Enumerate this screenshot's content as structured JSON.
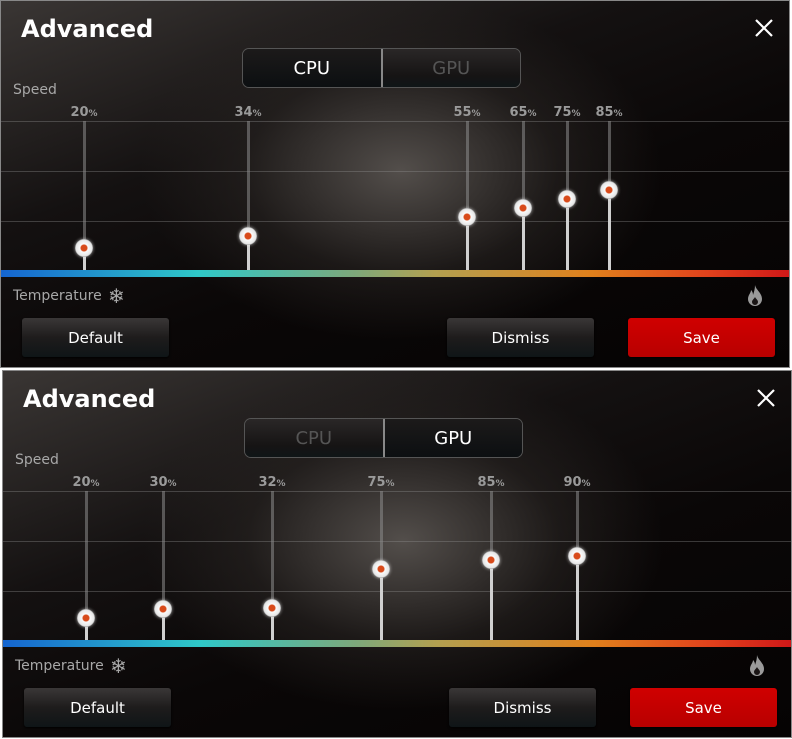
{
  "panels": [
    {
      "title": "Advanced",
      "tabs": [
        {
          "label": "CPU",
          "active": true
        },
        {
          "label": "GPU",
          "active": false
        }
      ],
      "speed_label": "Speed",
      "temperature_label": "Temperature",
      "points": [
        {
          "speed": "20",
          "unit": "%",
          "temp_fraction": 0.105
        },
        {
          "speed": "34",
          "unit": "%",
          "temp_fraction": 0.314
        },
        {
          "speed": "55",
          "unit": "%",
          "temp_fraction": 0.592
        },
        {
          "speed": "65",
          "unit": "%",
          "temp_fraction": 0.662
        },
        {
          "speed": "75",
          "unit": "%",
          "temp_fraction": 0.718
        },
        {
          "speed": "85",
          "unit": "%",
          "temp_fraction": 0.772
        }
      ],
      "buttons": {
        "default": "Default",
        "dismiss": "Dismiss",
        "save": "Save"
      }
    },
    {
      "title": "Advanced",
      "tabs": [
        {
          "label": "CPU",
          "active": false
        },
        {
          "label": "GPU",
          "active": true
        }
      ],
      "speed_label": "Speed",
      "temperature_label": "Temperature",
      "points": [
        {
          "speed": "20",
          "unit": "%",
          "temp_fraction": 0.105
        },
        {
          "speed": "30",
          "unit": "%",
          "temp_fraction": 0.203
        },
        {
          "speed": "32",
          "unit": "%",
          "temp_fraction": 0.341
        },
        {
          "speed": "75",
          "unit": "%",
          "temp_fraction": 0.48
        },
        {
          "speed": "85",
          "unit": "%",
          "temp_fraction": 0.619
        },
        {
          "speed": "90",
          "unit": "%",
          "temp_fraction": 0.729
        }
      ],
      "buttons": {
        "default": "Default",
        "dismiss": "Dismiss",
        "save": "Save"
      }
    }
  ],
  "colors": {
    "save": "#c00000",
    "knob_dot": "#d84a1a"
  }
}
